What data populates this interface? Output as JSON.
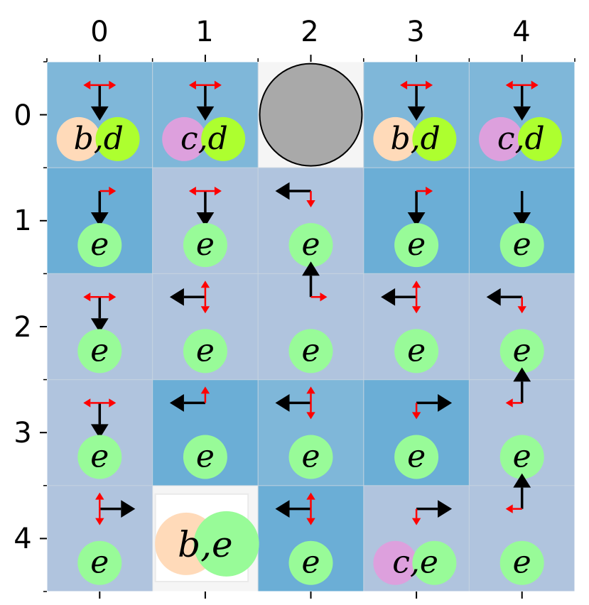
{
  "axes": {
    "x_ticks": [
      "0",
      "1",
      "2",
      "3",
      "4"
    ],
    "y_ticks": [
      "0",
      "1",
      "2",
      "3",
      "4"
    ]
  },
  "colors": {
    "blue_light": "#7fb7d9",
    "blue_mid": "#6baed6",
    "lavender": "#b0c4de",
    "white_cell": "#f5f5f5",
    "obstacle": "#a9a9a9",
    "peach": "#ffdab9",
    "green_yellow": "#adff2f",
    "plum": "#dda0dd",
    "pale_green": "#98fb98",
    "red": "#ff0000",
    "black": "#000000",
    "gridline": "#c8d4e0"
  },
  "grid": {
    "rows": 5,
    "cols": 5,
    "cells": [
      {
        "row": 0,
        "col": 0,
        "bg": "blue_light",
        "primary": "down",
        "secondary": [
          "left",
          "right"
        ],
        "tokens": [
          {
            "t": "b",
            "c": "peach"
          },
          {
            "t": "d",
            "c": "green_yellow"
          }
        ]
      },
      {
        "row": 0,
        "col": 1,
        "bg": "blue_light",
        "primary": "down",
        "secondary": [
          "left",
          "right"
        ],
        "tokens": [
          {
            "t": "c",
            "c": "plum"
          },
          {
            "t": "d",
            "c": "green_yellow"
          }
        ]
      },
      {
        "row": 0,
        "col": 2,
        "bg": "white_cell",
        "obstacle": true
      },
      {
        "row": 0,
        "col": 3,
        "bg": "blue_light",
        "primary": "down",
        "secondary": [
          "left",
          "right"
        ],
        "tokens": [
          {
            "t": "b",
            "c": "peach"
          },
          {
            "t": "d",
            "c": "green_yellow"
          }
        ]
      },
      {
        "row": 0,
        "col": 4,
        "bg": "blue_light",
        "primary": "down",
        "secondary": [
          "left",
          "right"
        ],
        "tokens": [
          {
            "t": "c",
            "c": "plum"
          },
          {
            "t": "d",
            "c": "green_yellow"
          }
        ]
      },
      {
        "row": 1,
        "col": 0,
        "bg": "blue_mid",
        "primary": "down",
        "secondary": [
          "right"
        ],
        "tokens": [
          {
            "t": "e",
            "c": "pale_green"
          }
        ]
      },
      {
        "row": 1,
        "col": 1,
        "bg": "lavender",
        "primary": "down",
        "secondary": [
          "left",
          "right"
        ],
        "tokens": [
          {
            "t": "e",
            "c": "pale_green"
          }
        ]
      },
      {
        "row": 1,
        "col": 2,
        "bg": "lavender",
        "primary": "left",
        "secondary": [
          "down"
        ],
        "tokens": [
          {
            "t": "e",
            "c": "pale_green"
          }
        ]
      },
      {
        "row": 1,
        "col": 3,
        "bg": "blue_mid",
        "primary": "down",
        "secondary": [
          "right"
        ],
        "tokens": [
          {
            "t": "e",
            "c": "pale_green"
          }
        ]
      },
      {
        "row": 1,
        "col": 4,
        "bg": "blue_mid",
        "primary": "down",
        "secondary": [],
        "tokens": [
          {
            "t": "e",
            "c": "pale_green"
          }
        ]
      },
      {
        "row": 2,
        "col": 0,
        "bg": "lavender",
        "primary": "down",
        "secondary": [
          "left",
          "right"
        ],
        "tokens": [
          {
            "t": "e",
            "c": "pale_green"
          }
        ]
      },
      {
        "row": 2,
        "col": 1,
        "bg": "lavender",
        "primary": "left",
        "secondary": [
          "up",
          "down"
        ],
        "tokens": [
          {
            "t": "e",
            "c": "pale_green"
          }
        ]
      },
      {
        "row": 2,
        "col": 2,
        "bg": "lavender",
        "primary": "up",
        "secondary": [
          "right"
        ],
        "tokens": [
          {
            "t": "e",
            "c": "pale_green"
          }
        ]
      },
      {
        "row": 2,
        "col": 3,
        "bg": "lavender",
        "primary": "left",
        "secondary": [
          "up",
          "down"
        ],
        "tokens": [
          {
            "t": "e",
            "c": "pale_green"
          }
        ]
      },
      {
        "row": 2,
        "col": 4,
        "bg": "lavender",
        "primary": "left",
        "secondary": [
          "down"
        ],
        "tokens": [
          {
            "t": "e",
            "c": "pale_green"
          }
        ]
      },
      {
        "row": 3,
        "col": 0,
        "bg": "lavender",
        "primary": "down",
        "secondary": [
          "left",
          "right"
        ],
        "tokens": [
          {
            "t": "e",
            "c": "pale_green"
          }
        ]
      },
      {
        "row": 3,
        "col": 1,
        "bg": "blue_mid",
        "primary": "left",
        "secondary": [
          "up"
        ],
        "tokens": [
          {
            "t": "e",
            "c": "pale_green"
          }
        ]
      },
      {
        "row": 3,
        "col": 2,
        "bg": "blue_light",
        "primary": "left",
        "secondary": [
          "up",
          "down"
        ],
        "tokens": [
          {
            "t": "e",
            "c": "pale_green"
          }
        ]
      },
      {
        "row": 3,
        "col": 3,
        "bg": "blue_mid",
        "primary": "right",
        "secondary": [
          "down"
        ],
        "tokens": [
          {
            "t": "e",
            "c": "pale_green"
          }
        ]
      },
      {
        "row": 3,
        "col": 4,
        "bg": "lavender",
        "primary": "up",
        "secondary": [
          "left"
        ],
        "tokens": [
          {
            "t": "e",
            "c": "pale_green"
          }
        ]
      },
      {
        "row": 4,
        "col": 0,
        "bg": "lavender",
        "primary": "right",
        "secondary": [
          "up",
          "down"
        ],
        "tokens": [
          {
            "t": "e",
            "c": "pale_green"
          }
        ]
      },
      {
        "row": 4,
        "col": 1,
        "bg": "white_cell",
        "big": true,
        "tokens": [
          {
            "t": "b",
            "c": "peach"
          },
          {
            "t": "e",
            "c": "pale_green"
          }
        ]
      },
      {
        "row": 4,
        "col": 2,
        "bg": "blue_mid",
        "primary": "left",
        "secondary": [
          "up",
          "down"
        ],
        "tokens": [
          {
            "t": "e",
            "c": "pale_green"
          }
        ]
      },
      {
        "row": 4,
        "col": 3,
        "bg": "lavender",
        "primary": "right",
        "secondary": [
          "down"
        ],
        "tokens": [
          {
            "t": "c",
            "c": "plum"
          },
          {
            "t": "e",
            "c": "pale_green"
          }
        ]
      },
      {
        "row": 4,
        "col": 4,
        "bg": "lavender",
        "primary": "up",
        "secondary": [
          "left"
        ],
        "tokens": [
          {
            "t": "e",
            "c": "pale_green"
          }
        ]
      }
    ]
  }
}
